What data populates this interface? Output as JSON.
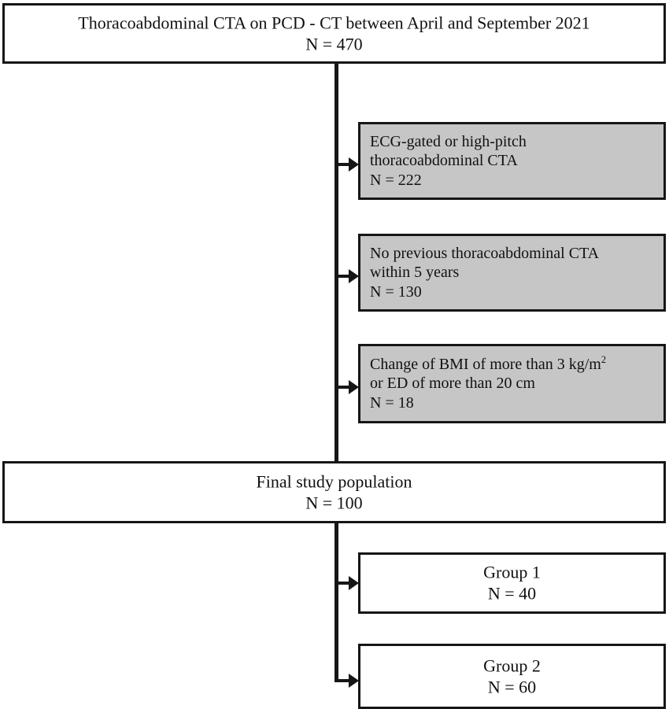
{
  "figure": {
    "type": "flowchart",
    "title": "Study population selection flowchart",
    "colors": {
      "box_border": "#161616",
      "excluded_fill": "#c6c6c6",
      "included_fill": "#ffffff",
      "text": "#111111"
    }
  },
  "nodes": {
    "source": {
      "label": "Thoracoabdominal CTA on PCD - CT between April and September 2021",
      "count_label": "N = 470",
      "count": 470,
      "kind": "included"
    },
    "final": {
      "label": "Final study population",
      "count_label": "N = 100",
      "count": 100,
      "kind": "included"
    },
    "exclusions": [
      {
        "line1": "ECG-gated or high-pitch",
        "line2": "thoracoabdominal CTA",
        "count_label": "N = 222",
        "count": 222,
        "kind": "excluded"
      },
      {
        "line1": "No previous thoracoabdominal CTA",
        "line2": "within 5 years",
        "count_label": "N = 130",
        "count": 130,
        "kind": "excluded"
      },
      {
        "line1_pre": "Change of BMI of more than 3 kg/m",
        "line1_sup": "2",
        "line2": "or ED of more than 20 cm",
        "count_label": "N = 18",
        "count": 18,
        "kind": "excluded"
      }
    ],
    "groups": [
      {
        "label": "Group 1",
        "count_label": "N = 40",
        "count": 40,
        "kind": "included"
      },
      {
        "label": "Group 2",
        "count_label": "N = 60",
        "count": 60,
        "kind": "included"
      }
    ]
  }
}
